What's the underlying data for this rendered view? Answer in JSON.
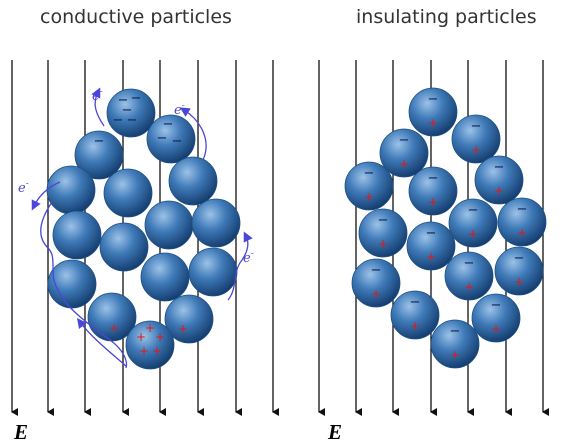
{
  "titles": {
    "left": "conductive particles",
    "right": "insulating particles"
  },
  "field_label": "E",
  "electron_label": "e",
  "electron_superscript": "-",
  "charge_symbols": {
    "positive": "+",
    "negative": "−"
  },
  "colors": {
    "sphere_highlight": "#9cc2e8",
    "sphere_mid": "#3f7ab8",
    "sphere_dark": "#123a6b",
    "field_line": "#111111",
    "positive_charge": "#e01818",
    "negative_charge": "#0a1e50",
    "electron_path": "#4b46d8"
  },
  "icons": [
    "field-line-arrow",
    "sphere-particle",
    "electron-path-arrow"
  ]
}
